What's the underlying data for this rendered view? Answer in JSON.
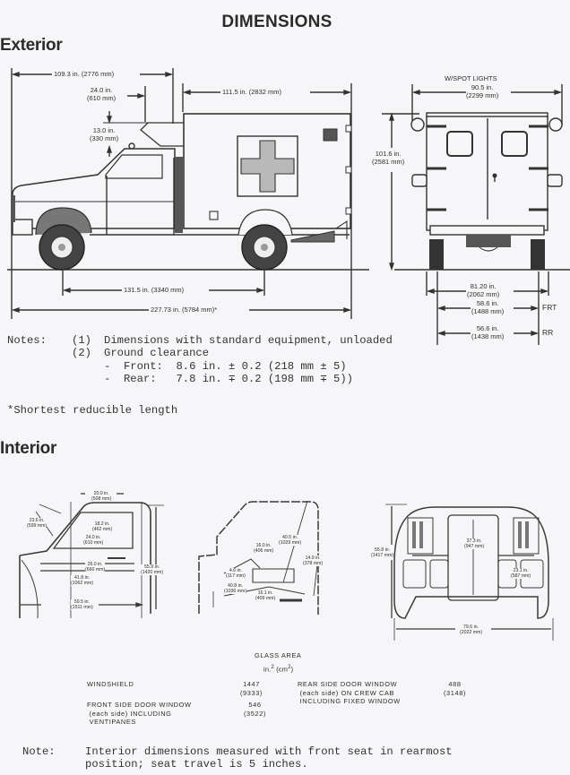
{
  "page": {
    "title": "DIMENSIONS",
    "sections": {
      "exterior": "Exterior",
      "interior": "Interior"
    }
  },
  "exterior": {
    "side_view": {
      "overall_front_to_box": "109.3 in. (2776 mm)",
      "cab_roof_offset_in": "24.0 in.",
      "cab_roof_offset_mm": "(610 mm)",
      "roof_height_diff_in": "13.0 in.",
      "roof_height_diff_mm": "(330 mm)",
      "box_length": "111.5 in. (2832 mm)",
      "wheelbase": "131.5 in. (3340 mm)",
      "overall_length": "227.73 in. (5784 mm)*"
    },
    "rear_view": {
      "spot_lights_label": "W/SPOT LIGHTS",
      "width_spot_in": "90.5 in.",
      "width_spot_mm": "(2299 mm)",
      "height_in": "101.6 in.",
      "height_mm": "(2581 mm)",
      "overall_width_in": "81.20 in.",
      "overall_width_mm": "(2062 mm)",
      "front_track_in": "58.6 in.",
      "front_track_mm": "(1488 mm)",
      "front_label": "FRT",
      "rear_track_in": "56.6 in.",
      "rear_track_mm": "(1438 mm)",
      "rear_label": "RR"
    },
    "notes": {
      "label": "Notes:",
      "items": [
        {
          "num": "(1)",
          "text": "Dimensions with standard equipment, unloaded"
        },
        {
          "num": "(2)",
          "text": "Ground clearance"
        }
      ],
      "front": "-  Front:  8.6 in. ± 0.2 (218 mm ± 5)",
      "rear": "-  Rear:   7.8 in. ∓ 0.2 (198 mm ∓ 5))",
      "footnote": "*Shortest reducible length"
    }
  },
  "interior": {
    "cab_side": {
      "roof_length_in": "20.0 in.",
      "roof_length_mm": "(508 mm)",
      "windshield_in": "23.6 in.",
      "windshield_mm": "(599 mm)",
      "window_height_in": "18.2 in.",
      "window_height_mm": "(462 mm)",
      "window_width_in": "24.0 in.",
      "window_width_mm": "(610 mm)",
      "seat_depth_in": "26.0 in.",
      "seat_depth_mm": "(660 mm)",
      "interior_height_in": "55.9 in.",
      "interior_height_mm": "(1420 mm)",
      "legroom_in": "41.8 in.",
      "legroom_mm": "(1062 mm)",
      "floor_length_in": "59.5 in.",
      "floor_length_mm": "(1511 mm)"
    },
    "seat_profile": {
      "headroom_in": "40.5 in.",
      "headroom_mm": "(1029 mm)",
      "a_in": "16.0 in.",
      "a_mm": "(406 mm)",
      "b_in": "14.9 in.",
      "b_mm": "(378 mm)",
      "c_in": "4.6 in.",
      "c_mm": "(117 mm)",
      "d_in": "40.8 in.",
      "d_mm": "(1036 mm)",
      "e_in": "16.1 in.",
      "e_mm": "(409 mm)"
    },
    "cab_rear": {
      "height_in": "55.8 in.",
      "height_mm": "(1417 mm)",
      "window_in": "37.3 in.",
      "window_mm": "(947 mm)",
      "seat_in": "23.1 in.",
      "seat_mm": "(587 mm)",
      "width_in": "79.6 in.",
      "width_mm": "(2022 mm)"
    },
    "glass_area": {
      "title": "GLASS AREA",
      "units_prefix": "in.",
      "units_sup1": "2",
      "units_mid": " (cm",
      "units_sup2": "2",
      "units_suffix": ")",
      "rows": [
        {
          "label": "WINDSHIELD",
          "value": "1447",
          "metric": "(9333)"
        },
        {
          "label": "FRONT SIDE DOOR WINDOW\n (each side) INCLUDING\n VENTIPANES",
          "value": "546",
          "metric": "(3522)"
        },
        {
          "label": "REAR SIDE DOOR WINDOW\n (each side) ON CREW CAB\n INCLUDING FIXED WINDOW",
          "value": "488",
          "metric": "(3148)"
        }
      ]
    },
    "note": {
      "label": "Note:",
      "line1": "Interior dimensions measured with front seat in rearmost",
      "line2": "position; seat travel is 5 inches."
    }
  }
}
